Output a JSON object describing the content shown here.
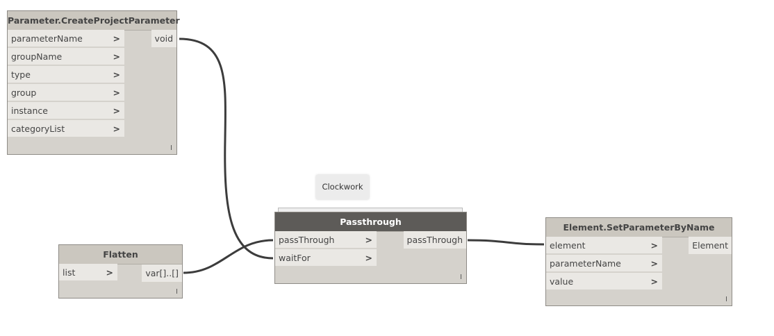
{
  "nodes": {
    "create": {
      "title": "Parameter.CreateProjectParameter",
      "inputs": [
        "parameterName",
        "groupName",
        "type",
        "group",
        "instance",
        "categoryList"
      ],
      "output": "void",
      "lacing": "I"
    },
    "flatten": {
      "title": "Flatten",
      "inputs": [
        "list"
      ],
      "output": "var[]..[]",
      "lacing": "I"
    },
    "passthrough": {
      "title": "Passthrough",
      "inputs": [
        "passThrough",
        "waitFor"
      ],
      "output": "passThrough",
      "lacing": "I",
      "package_tooltip": "Clockwork"
    },
    "setparam": {
      "title": "Element.SetParameterByName",
      "inputs": [
        "element",
        "parameterName",
        "value"
      ],
      "output": "Element",
      "lacing": "I"
    }
  },
  "chevron": ">",
  "colors": {
    "wire": "#3c3c3c",
    "dark_header": "#5d5b58",
    "node_body": "#d5d2cc"
  }
}
